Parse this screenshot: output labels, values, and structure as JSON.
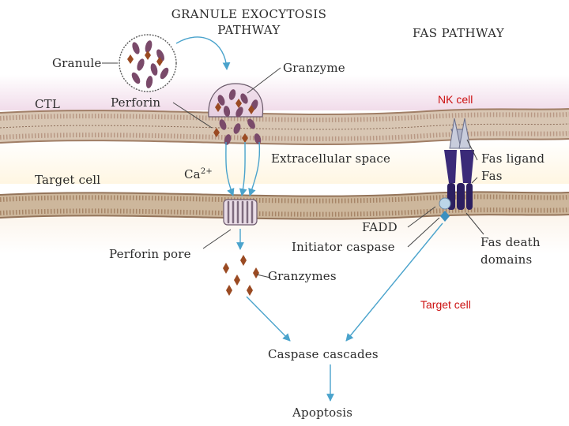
{
  "headers": {
    "granule_line1": "GRANULE EXOCYTOSIS",
    "granule_line2": "PATHWAY",
    "fas": "FAS PATHWAY"
  },
  "labels": {
    "granule": "Granule",
    "granzyme": "Granzyme",
    "ctl": "CTL",
    "perforin": "Perforin",
    "nk_cell": "NK cell",
    "extracellular_space": "Extracellular space",
    "fas_ligand": "Fas ligand",
    "fas": "Fas",
    "target_cell_left": "Target cell",
    "ca_base": "Ca",
    "ca_charge": "2+",
    "fadd": "FADD",
    "initiator_caspase": "Initiator caspase",
    "perforin_pore": "Perforin pore",
    "fas_death_domains_line1": "Fas death",
    "fas_death_domains_line2": "domains",
    "granzymes": "Granzymes",
    "target_cell_right": "Target cell",
    "caspase_cascades": "Caspase cascades",
    "apoptosis": "Apoptosis"
  },
  "colors": {
    "arrow": "#4aa3cc",
    "granule_body": "#7a4a6a",
    "granzyme_diamond": "#9a4a22",
    "membrane": "#a88f7a",
    "receptor": "#3a2a78",
    "ligand": "#b0b4c8",
    "fadd": "#bcd6e8",
    "caspase": "#3a90c0",
    "nk_label": "#cc1111",
    "text": "#2b2b2b"
  }
}
